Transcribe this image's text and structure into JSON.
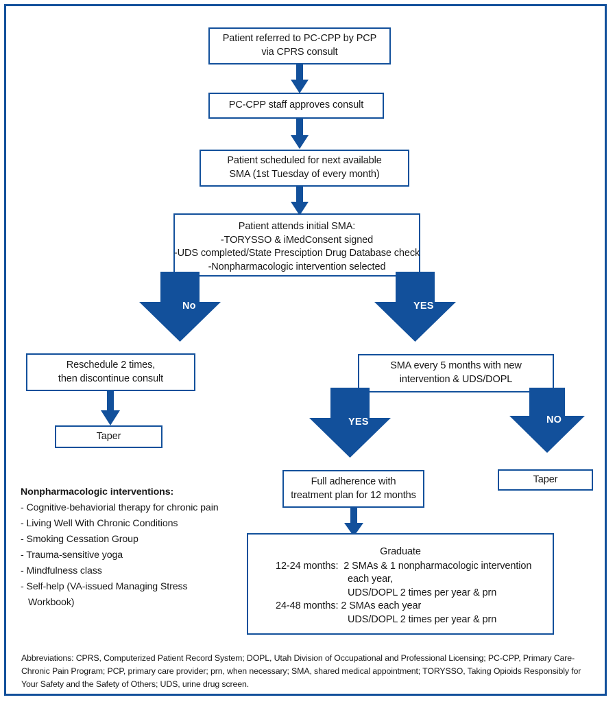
{
  "colors": {
    "accent": "#12509B",
    "text": "#181818",
    "background": "#ffffff"
  },
  "nodes": {
    "referral": {
      "lines": [
        "Patient referred to PC-CPP by PCP",
        "via CPRS consult"
      ]
    },
    "approve": {
      "lines": [
        "PC-CPP staff approves consult"
      ]
    },
    "schedule": {
      "lines": [
        "Patient scheduled for next available",
        "SMA (1st Tuesday of every month)"
      ]
    },
    "initial_sma": {
      "lines": [
        "Patient attends initial SMA:",
        "-TORYSSO & iMedConsent signed",
        "-UDS completed/State Presciption Drug Database check",
        "-Nonpharmacologic intervention selected"
      ]
    },
    "reschedule": {
      "lines": [
        "Reschedule 2 times,",
        "then discontinue consult"
      ]
    },
    "taper_left": {
      "lines": [
        "Taper"
      ]
    },
    "sma_five": {
      "lines": [
        "SMA every 5 months with new",
        "intervention & UDS/DOPL"
      ]
    },
    "taper_right": {
      "lines": [
        "Taper"
      ]
    },
    "full_adherence": {
      "lines": [
        "Full adherence with",
        "treatment plan for 12 months"
      ]
    },
    "graduate": {
      "heading": "Graduate",
      "rows": [
        {
          "label": "12-24 months:  2 SMAs & 1 nonpharmacologic intervention",
          "indented": [
            "each year,",
            "UDS/DOPL 2 times per year & prn"
          ]
        },
        {
          "label": "24-48 months: 2 SMAs each year",
          "indented": [
            "UDS/DOPL 2 times per year & prn"
          ]
        }
      ]
    }
  },
  "decision_labels": {
    "initial_no": "No",
    "initial_yes": "YES",
    "adherence_yes": "YES",
    "adherence_no": "NO"
  },
  "interventions": {
    "title": "Nonpharmacologic interventions:",
    "items": [
      {
        "text": "- Cognitive-behaviorial therapy for chronic pain"
      },
      {
        "text": "- Living Well With Chronic Conditions"
      },
      {
        "text": "- Smoking Cessation Group"
      },
      {
        "text": "- Trauma-sensitive yoga"
      },
      {
        "text": "- Mindfulness class"
      },
      {
        "text": "- Self-help (VA-issued Managing Stress",
        "cont": "Workbook)"
      }
    ]
  },
  "abbreviations": {
    "text": "Abbreviations: CPRS, Computerized Patient Record System; DOPL, Utah Division of Occupational and Professional Licensing; PC-CPP, Primary Care-Chronic Pain Program; PCP, primary care provider; prn, when necessary; SMA, shared medical appointment; TORYSSO, Taking Opioids Responsibly for Your Safety and the Safety of Others; UDS, urine drug screen."
  }
}
